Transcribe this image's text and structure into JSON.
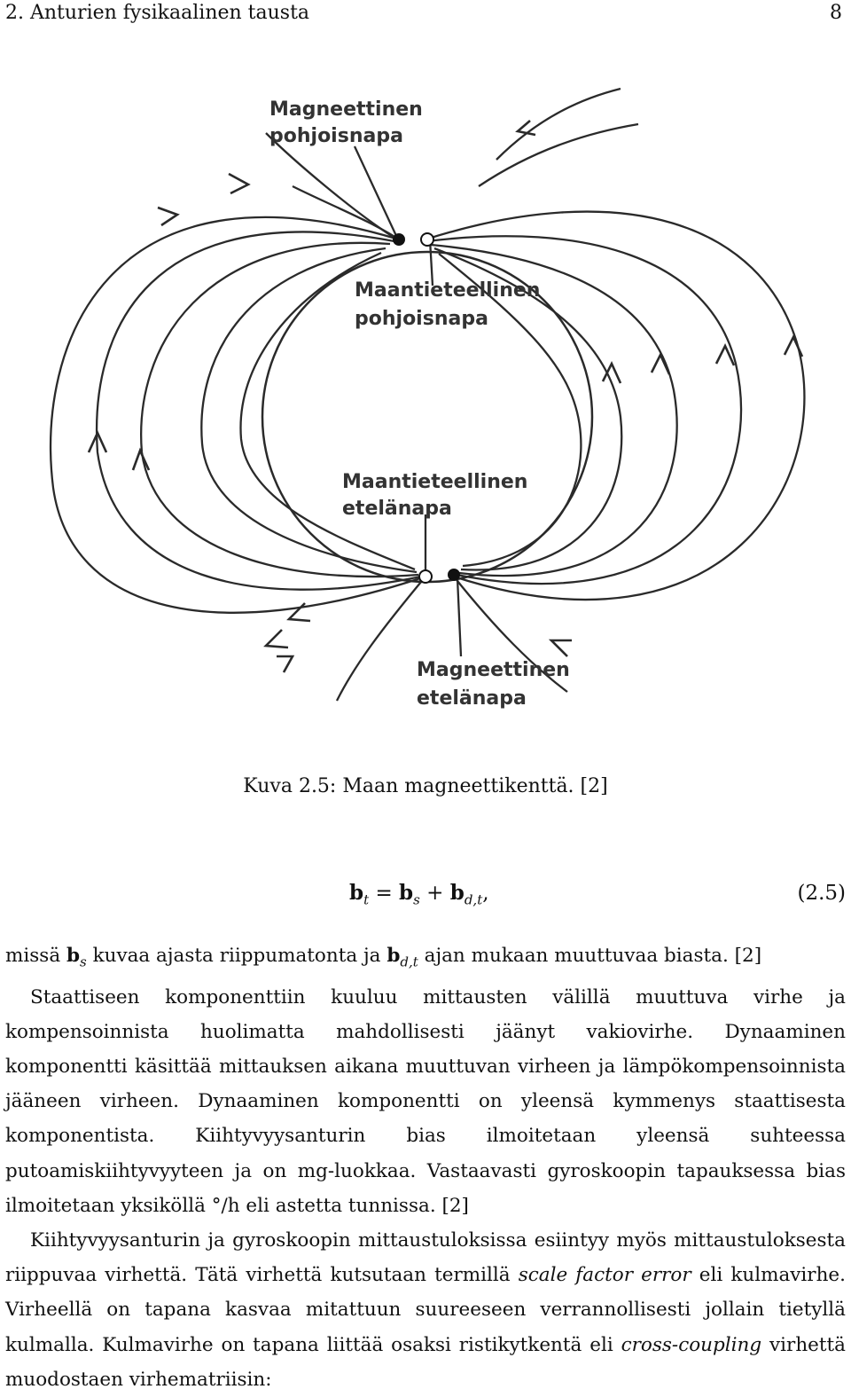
{
  "header": {
    "chapter_title": "2. Anturien fysikaalinen tausta",
    "page_number": "8"
  },
  "figure": {
    "labels": {
      "magnetic_north": [
        "Magneettinen",
        "pohjoisnapa"
      ],
      "geographic_north": [
        "Maantieteellinen",
        "pohjoisnapa"
      ],
      "geographic_south": [
        "Maantieteellinen",
        "etelänapa"
      ],
      "magnetic_south": [
        "Magneettinen",
        "etelänapa"
      ]
    },
    "caption": "Kuva 2.5: Maan magneettikenttä. [2]"
  },
  "equation": {
    "lhs_symbol": "b",
    "lhs_sub": "t",
    "equals": "=",
    "term1_symbol": "b",
    "term1_sub": "s",
    "plus": "+",
    "term2_symbol": "b",
    "term2_sub": "d,t",
    "comma": ",",
    "number": "(2.5)"
  },
  "body": {
    "p1_a": "missä ",
    "p1_sym1": "b",
    "p1_sub1": "s",
    "p1_b": " kuvaa ajasta riippumatonta ja ",
    "p1_sym2": "b",
    "p1_sub2": "d,t",
    "p1_c": " ajan mukaan muuttuvaa biasta. [2]",
    "p2": "Staattiseen komponenttiin kuuluu mittausten välillä muuttuva virhe ja kompensoinnista huolimatta mahdollisesti jäänyt vakiovirhe. Dynaaminen komponentti käsittää mittauksen aikana muuttuvan virheen ja lämpökompensoinnista jääneen virheen. Dynaaminen komponentti on yleensä kymmenys staattisesta komponentista. Kiihtyvyysanturin bias ilmoitetaan yleensä suhteessa putoamiskiihtyvyyteen ja on mg-luokkaa. Vastaavasti gyroskoopin tapauksessa bias ilmoitetaan yksiköllä °/h eli astetta tunnissa. [2]",
    "p3_a": "Kiihtyvyysanturin ja gyroskoopin mittaustuloksissa esiintyy myös mittaustuloksesta riippuvaa virhettä. Tätä virhettä kutsutaan termillä ",
    "p3_em1": "scale factor error",
    "p3_b": " eli kulmavirhe. Virheellä on tapana kasvaa mitattuun suureeseen verrannollisesti jollain tietyllä kulmalla. Kulmavirhe on tapana liittää osaksi ristikytkentä eli ",
    "p3_em2": "cross-coupling",
    "p3_c": " virhettä muodostaen virhematriisin:"
  }
}
